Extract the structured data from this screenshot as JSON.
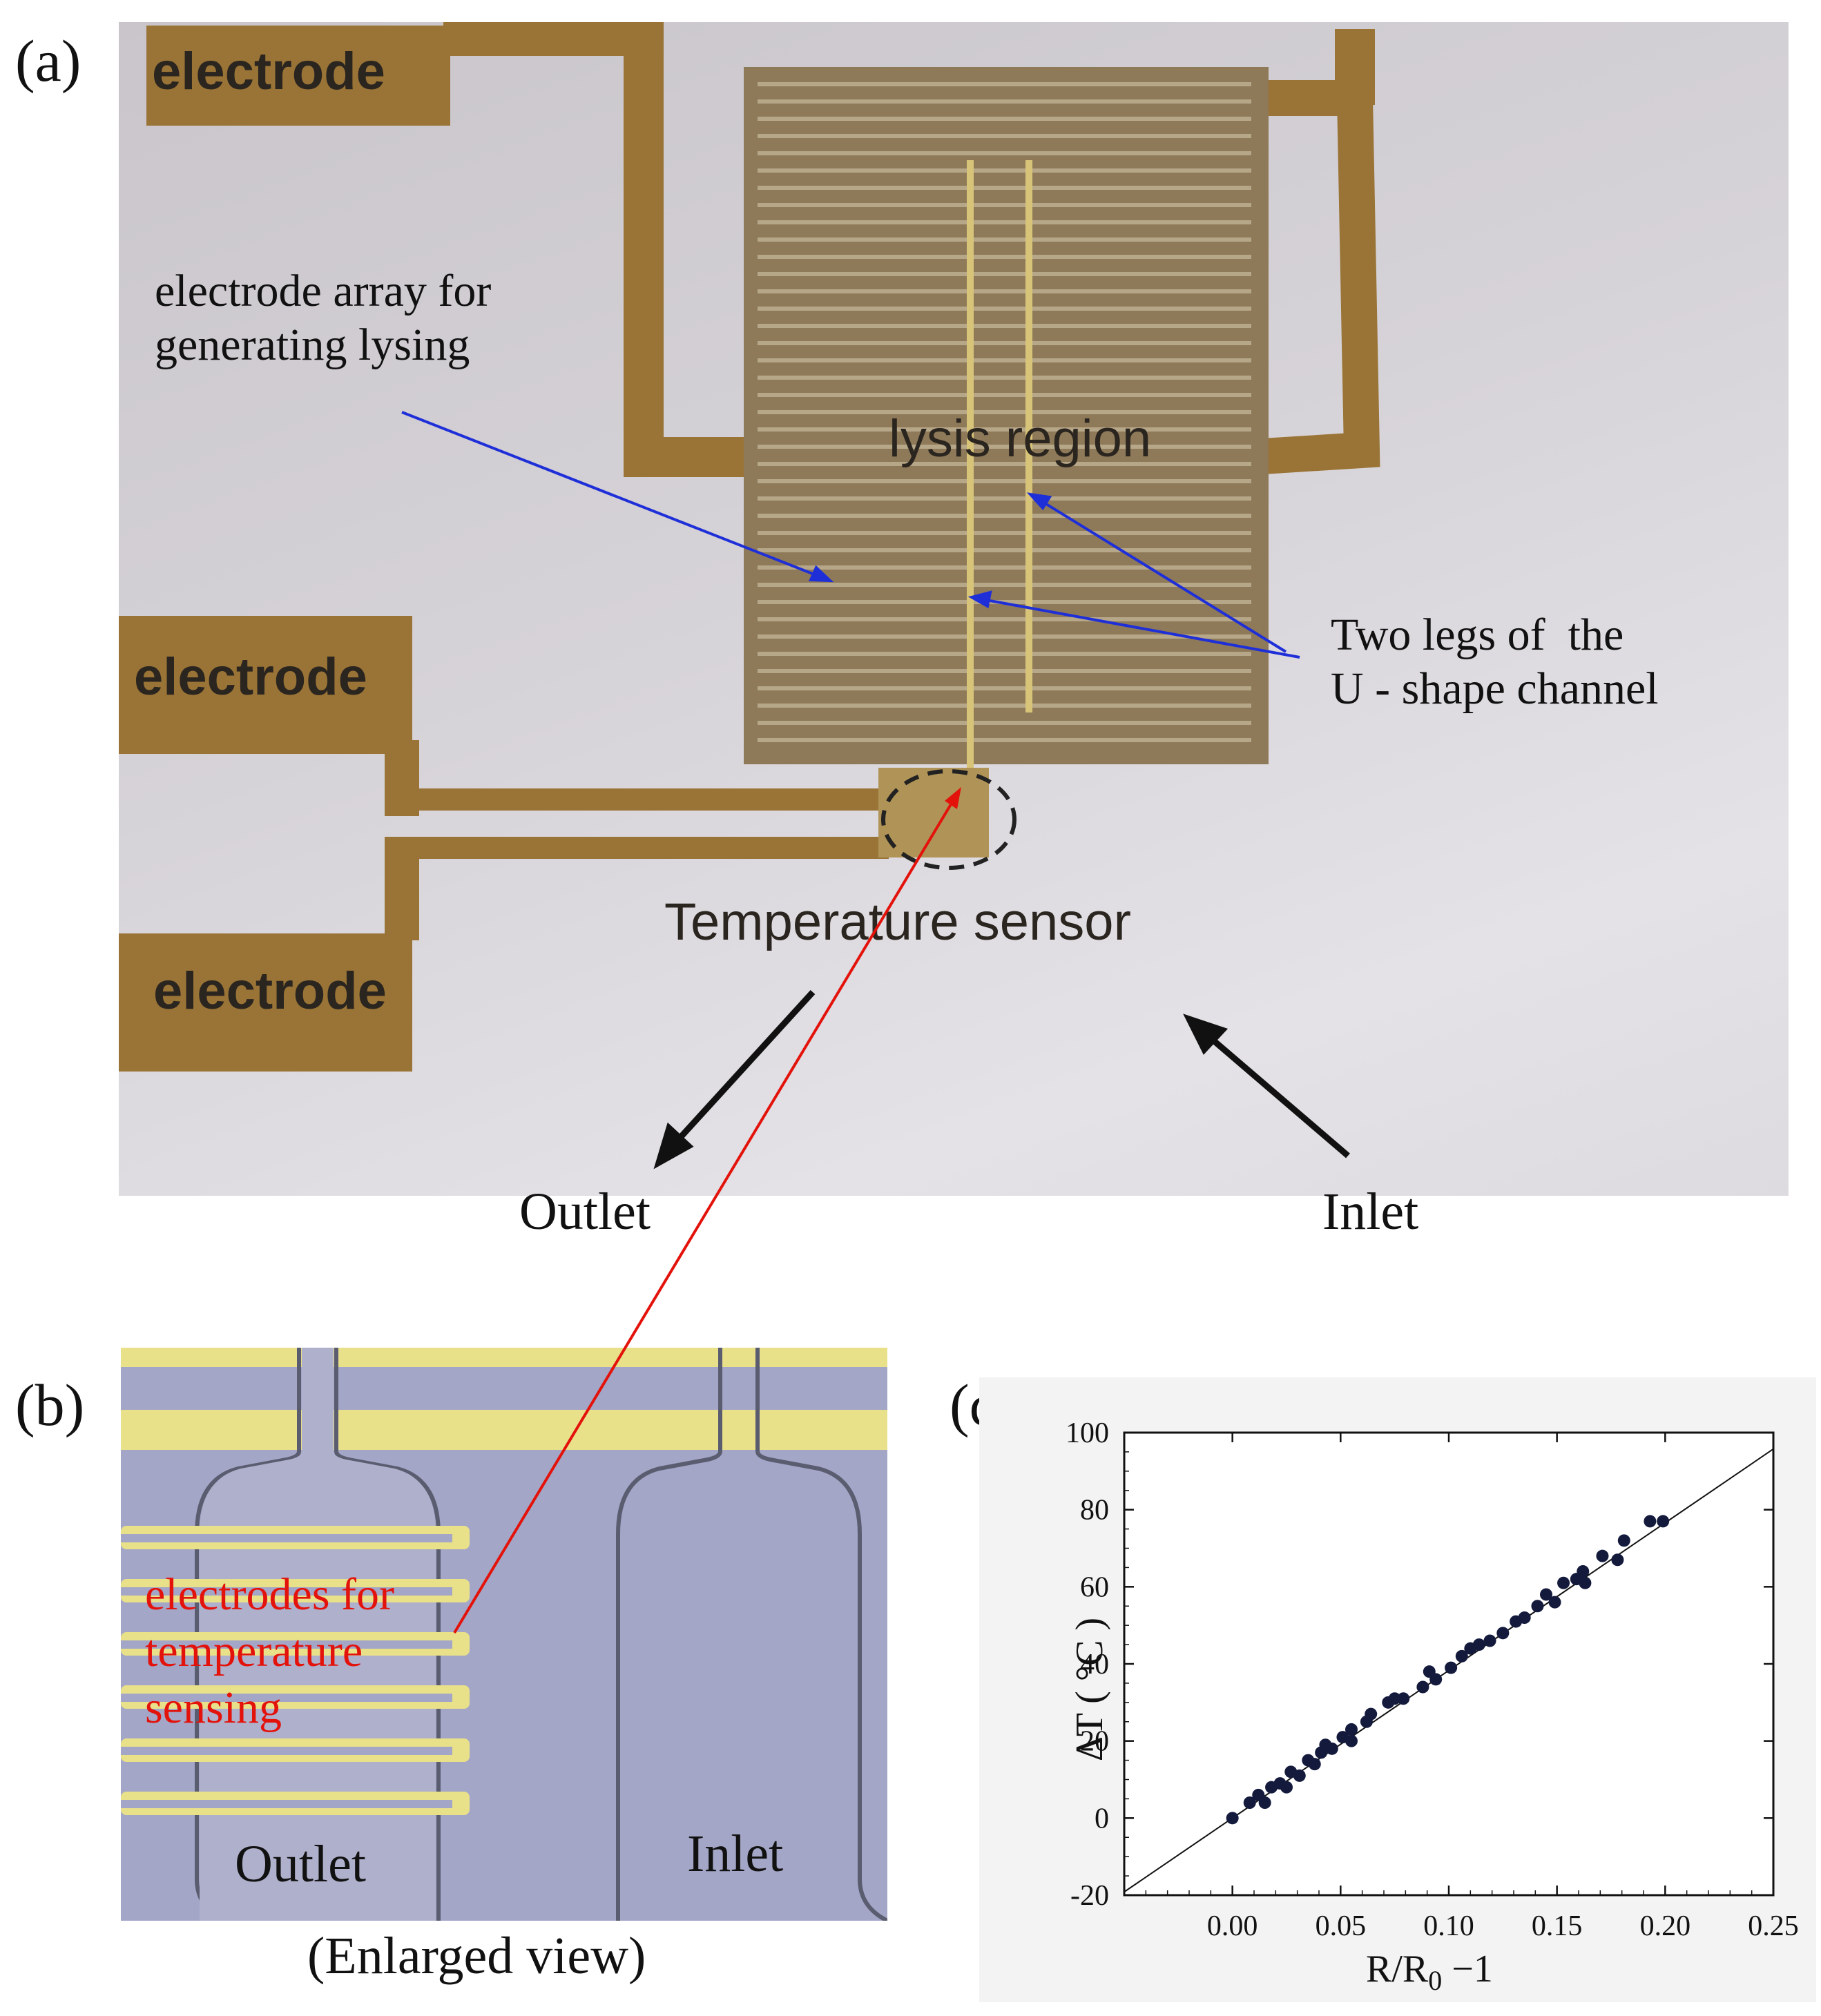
{
  "panel_a": {
    "label": "(a)",
    "electrode_labels": [
      "electrode",
      "electrode",
      "electrode"
    ],
    "array_annotation": [
      "electrode array for",
      "generating lysing"
    ],
    "lysis_region": "lysis region",
    "channel_annotation": [
      "Two legs of  the",
      "U - shape channel"
    ],
    "sensor_label": "Temperature sensor",
    "outlet": "Outlet",
    "inlet": "Inlet"
  },
  "panel_b": {
    "label": "(b)",
    "sensing_annotation": [
      "electrodes for",
      "temperature",
      "sensing"
    ],
    "outlet": "Outlet",
    "inlet": "Inlet",
    "caption": "(Enlarged view)"
  },
  "panel_c": {
    "label": "(c)"
  },
  "colors": {
    "electrode_gold": "#9a7436",
    "blue_arrow": "#1f2fd8",
    "red_arrow": "#e3120b",
    "pad_yellow": "#e9e08a",
    "chip_blue": "#a3a6c6"
  },
  "chart_data": {
    "type": "scatter",
    "xlabel": "R/R0 −1",
    "ylabel": "ΔT ( °C )",
    "xlim": [
      -0.05,
      0.25
    ],
    "ylim": [
      -20,
      100
    ],
    "xticks": [
      "0.00",
      "0.05",
      "0.10",
      "0.15",
      "0.20",
      "0.25"
    ],
    "yticks": [
      "100",
      "80",
      "60",
      "40",
      "20",
      "0",
      "-20"
    ],
    "grid": false,
    "series": [
      {
        "points": [
          [
            0.0,
            0
          ],
          [
            0.008,
            4
          ],
          [
            0.012,
            6
          ],
          [
            0.015,
            4
          ],
          [
            0.018,
            8
          ],
          [
            0.022,
            9
          ],
          [
            0.025,
            8
          ],
          [
            0.027,
            12
          ],
          [
            0.031,
            11
          ],
          [
            0.035,
            15
          ],
          [
            0.038,
            14
          ],
          [
            0.041,
            17
          ],
          [
            0.043,
            19
          ],
          [
            0.046,
            18
          ],
          [
            0.051,
            21
          ],
          [
            0.055,
            20
          ],
          [
            0.055,
            23
          ],
          [
            0.062,
            25
          ],
          [
            0.064,
            27
          ],
          [
            0.072,
            30
          ],
          [
            0.075,
            31
          ],
          [
            0.079,
            31
          ],
          [
            0.088,
            34
          ],
          [
            0.091,
            38
          ],
          [
            0.094,
            36
          ],
          [
            0.101,
            39
          ],
          [
            0.106,
            42
          ],
          [
            0.11,
            44
          ],
          [
            0.114,
            45
          ],
          [
            0.119,
            46
          ],
          [
            0.125,
            48
          ],
          [
            0.131,
            51
          ],
          [
            0.135,
            52
          ],
          [
            0.141,
            55
          ],
          [
            0.145,
            58
          ],
          [
            0.149,
            56
          ],
          [
            0.153,
            61
          ],
          [
            0.159,
            62
          ],
          [
            0.162,
            64
          ],
          [
            0.163,
            61
          ],
          [
            0.171,
            68
          ],
          [
            0.178,
            67
          ],
          [
            0.181,
            72
          ],
          [
            0.193,
            77
          ],
          [
            0.199,
            77
          ]
        ]
      }
    ],
    "fit_line": {
      "slope": 383,
      "intercept": 0
    }
  }
}
